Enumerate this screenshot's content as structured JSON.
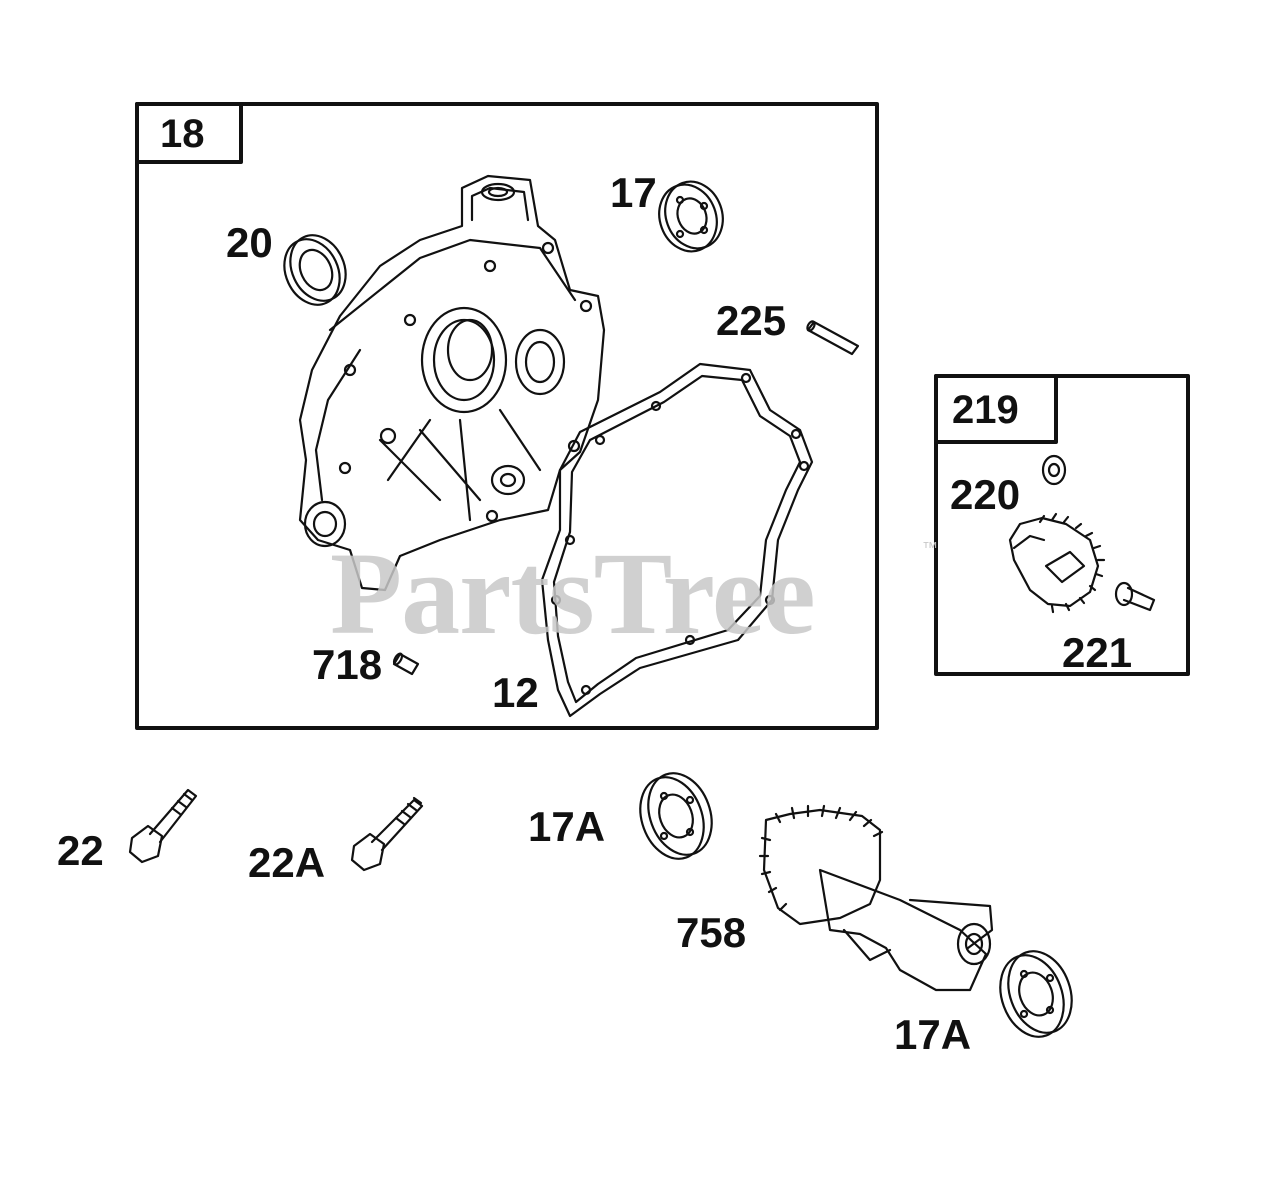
{
  "watermark": "PartsTree",
  "trademark": "™",
  "boxes": {
    "main": {
      "tag": "18"
    },
    "governor": {
      "tag": "219"
    }
  },
  "callouts": {
    "p17": "17",
    "p20": "20",
    "p225": "225",
    "p718": "718",
    "p12": "12",
    "p220": "220",
    "p221": "221",
    "p22": "22",
    "p22a": "22A",
    "p17a_top": "17A",
    "p758": "758",
    "p17a_bottom": "17A"
  }
}
